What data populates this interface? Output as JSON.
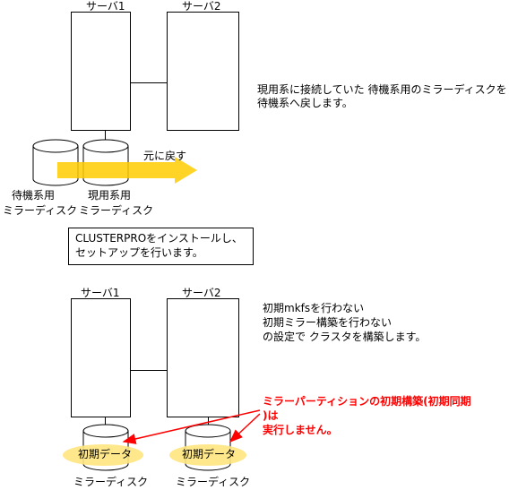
{
  "colors": {
    "arrow_yellow": "#ffcc00",
    "ellipse_yellow": "#ffe680",
    "note_red": "#ff0000"
  },
  "top": {
    "server1_label": "サーバ1",
    "server2_label": "サーバ2",
    "arrow_label": "元に戻す",
    "disk_standby_label": [
      "待機系用",
      "ミラーディスク"
    ],
    "disk_active_label": [
      "現用系用",
      "ミラーディスク"
    ],
    "description": [
      "現用系に接続していた  待機系用のミラーディスクを",
      "待機系へ戻します。"
    ]
  },
  "middle": {
    "instruction": [
      "CLUSTERPROをインストールし、",
      "セットアップを行います。"
    ]
  },
  "bottom": {
    "server1_label": "サーバ1",
    "server2_label": "サーバ2",
    "description": [
      "初期mkfsを行わない",
      "初期ミラー構築を行わない",
      "の設定で  クラスタを構築します。"
    ],
    "disk1_data_label": "初期データ",
    "disk2_data_label": "初期データ",
    "disk1_label": "ミラーディスク",
    "disk2_label": "ミラーディスク",
    "note": [
      "ミラーパーティションの初期構築(初期同期",
      ")は",
      "実行しません。"
    ]
  }
}
